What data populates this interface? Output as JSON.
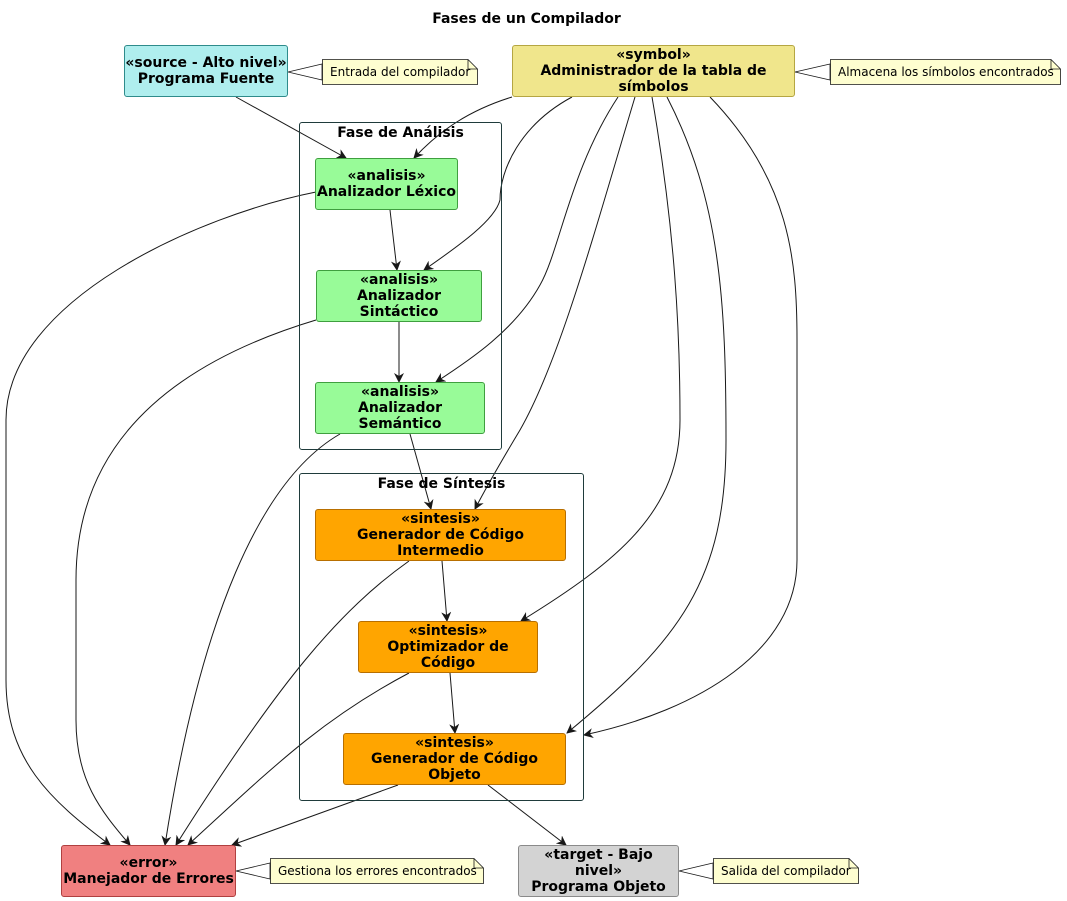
{
  "title": "Fases de un Compilador",
  "packages": {
    "analisis": "Fase de Análisis",
    "sintesis": "Fase de Síntesis"
  },
  "nodes": {
    "source": {
      "stereotype": "«source - Alto nivel»",
      "name": "Programa Fuente"
    },
    "symbol": {
      "stereotype": "«symbol»",
      "name": "Administrador de la tabla de símbolos"
    },
    "lexico": {
      "stereotype": "«analisis»",
      "name": "Analizador Léxico"
    },
    "sintactico": {
      "stereotype": "«analisis»",
      "name": "Analizador Sintáctico"
    },
    "semantico": {
      "stereotype": "«analisis»",
      "name": "Analizador Semántico"
    },
    "intermedio": {
      "stereotype": "«sintesis»",
      "name": "Generador de Código Intermedio"
    },
    "optimizador": {
      "stereotype": "«sintesis»",
      "name": "Optimizador de Código"
    },
    "objeto": {
      "stereotype": "«sintesis»",
      "name": "Generador de Código Objeto"
    },
    "error": {
      "stereotype": "«error»",
      "name": "Manejador de Errores"
    },
    "target": {
      "stereotype": "«target - Bajo nivel»",
      "name": "Programa Objeto"
    }
  },
  "notes": {
    "source": "Entrada del compilador",
    "symbol": "Almacena los símbolos encontrados",
    "error": "Gestiona los errores encontrados",
    "target": "Salida del compilador"
  },
  "colors": {
    "source": "#AFEEEE",
    "symbol": "#F0E68C",
    "analisis": "#98FB98",
    "sintesis": "#FFA500",
    "error": "#F08080",
    "target": "#D3D3D3",
    "note": "#FBFB77"
  }
}
